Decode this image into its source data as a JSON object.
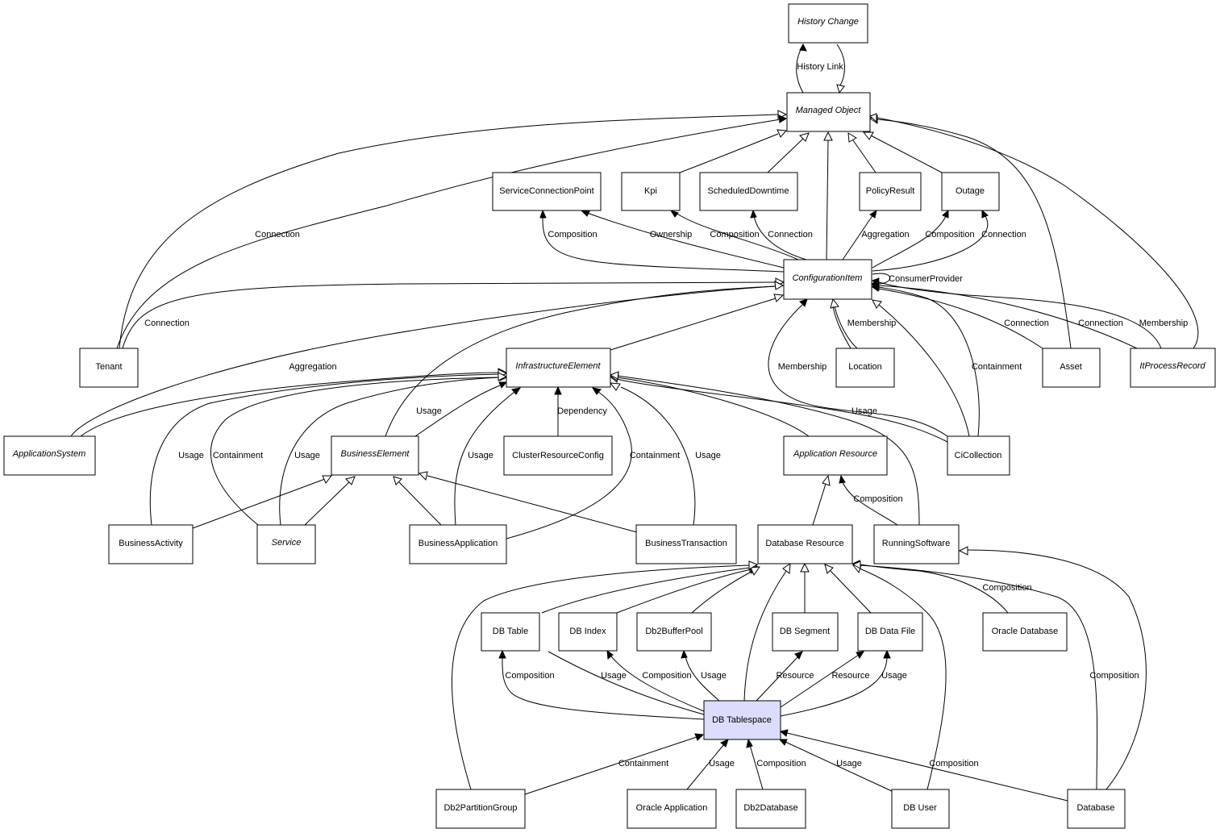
{
  "title": "Class diagram: DB Tablespace",
  "colors": {
    "highlight": "#dcdcfc",
    "stroke": "#000000",
    "background": "#ffffff"
  },
  "nodes": {
    "history_change": "History Change",
    "managed_object": "Managed Object",
    "service_connection_point": "ServiceConnectionPoint",
    "kpi": "Kpi",
    "scheduled_downtime": "ScheduledDowntime",
    "policy_result": "PolicyResult",
    "outage": "Outage",
    "configuration_item": "ConfigurationItem",
    "tenant": "Tenant",
    "infrastructure_element": "InfrastructureElement",
    "location": "Location",
    "asset": "Asset",
    "it_process_record": "ItProcessRecord",
    "application_system": "ApplicationSystem",
    "business_element": "BusinessElement",
    "cluster_resource_config": "ClusterResourceConfig",
    "application_resource": "Application Resource",
    "ci_collection": "CiCollection",
    "business_activity": "BusinessActivity",
    "service": "Service",
    "business_application": "BusinessApplication",
    "business_transaction": "BusinessTransaction",
    "database_resource": "Database Resource",
    "running_software": "RunningSoftware",
    "db_table": "DB Table",
    "db_index": "DB Index",
    "db2_buffer_pool": "Db2BufferPool",
    "db_segment": "DB Segment",
    "db_data_file": "DB Data File",
    "oracle_database": "Oracle Database",
    "db_tablespace": "DB Tablespace",
    "db2_partition_group": "Db2PartitionGroup",
    "oracle_application": "Oracle Application",
    "db2_database": "Db2Database",
    "db_user": "DB User",
    "database": "Database"
  },
  "edge_labels": {
    "history_link": "History Link",
    "tenant_mo_connection": "Connection",
    "spc_composition": "Composition",
    "kpi_ownership": "Ownership",
    "sd_composition": "Composition",
    "sd_connection": "Connection",
    "pr_aggregation": "Aggregation",
    "outage_composition": "Composition",
    "outage_connection": "Connection",
    "consumer_provider": "ConsumerProvider",
    "tenant_ci_connection": "Connection",
    "location_membership": "Membership",
    "asset_connection": "Connection",
    "itpr_connection": "Connection",
    "itpr_membership": "Membership",
    "appsys_aggregation": "Aggregation",
    "be_usage": "Usage",
    "crc_dependency": "Dependency",
    "cicoll_membership": "Membership",
    "cicoll_containment": "Containment",
    "cicoll_usage": "Usage",
    "ba_usage": "Usage",
    "service_containment": "Containment",
    "service_usage": "Usage",
    "bapp_usage": "Usage",
    "bapp_containment": "Containment",
    "bt_usage": "Usage",
    "rs_composition": "Composition",
    "oracledb_composition": "Composition",
    "dbtable_composition": "Composition",
    "dbindex_usage": "Usage",
    "db2bp_composition": "Composition",
    "db2bp_usage": "Usage",
    "dbsegment_resource": "Resource",
    "dbdatafile_resource": "Resource",
    "dbdatafile_usage": "Usage",
    "database_composition_dr": "Composition",
    "partition_containment": "Containment",
    "oracleapp_usage": "Usage",
    "db2database_composition": "Composition",
    "dbuser_usage": "Usage",
    "database_composition_ts": "Composition"
  }
}
